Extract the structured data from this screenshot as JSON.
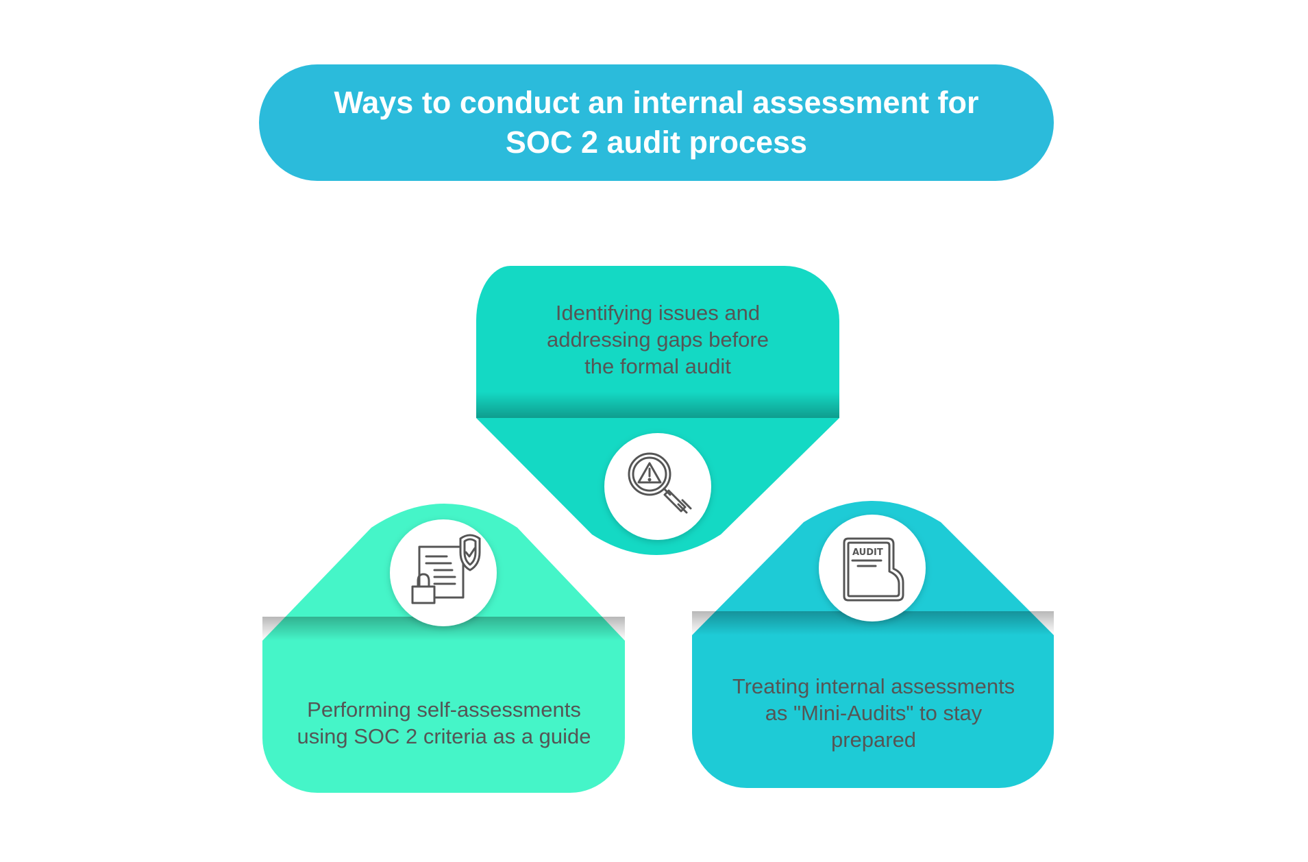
{
  "title": {
    "line1": "Ways to conduct an internal assessment for",
    "line2": "SOC 2 audit process"
  },
  "colors": {
    "title_bg": "#2bbbdb",
    "top_card": "#14d9c4",
    "left_card": "#45f5c8",
    "right_card": "#1ecbd6",
    "title_text": "#ffffff",
    "card_text": "#555555",
    "icon_stroke": "#555555"
  },
  "cards": [
    {
      "id": "top",
      "icon": "magnifier-warning-icon",
      "lines": [
        "Identifying issues and",
        "addressing gaps before",
        "the formal audit"
      ]
    },
    {
      "id": "left",
      "icon": "document-lock-shield-icon",
      "lines": [
        "Performing self-assessments",
        "using SOC 2 criteria as a guide"
      ]
    },
    {
      "id": "right",
      "icon": "audit-document-icon",
      "icon_label": "AUDIT",
      "lines": [
        "Treating internal assessments",
        "as \"Mini-Audits\" to stay",
        "prepared"
      ]
    }
  ]
}
